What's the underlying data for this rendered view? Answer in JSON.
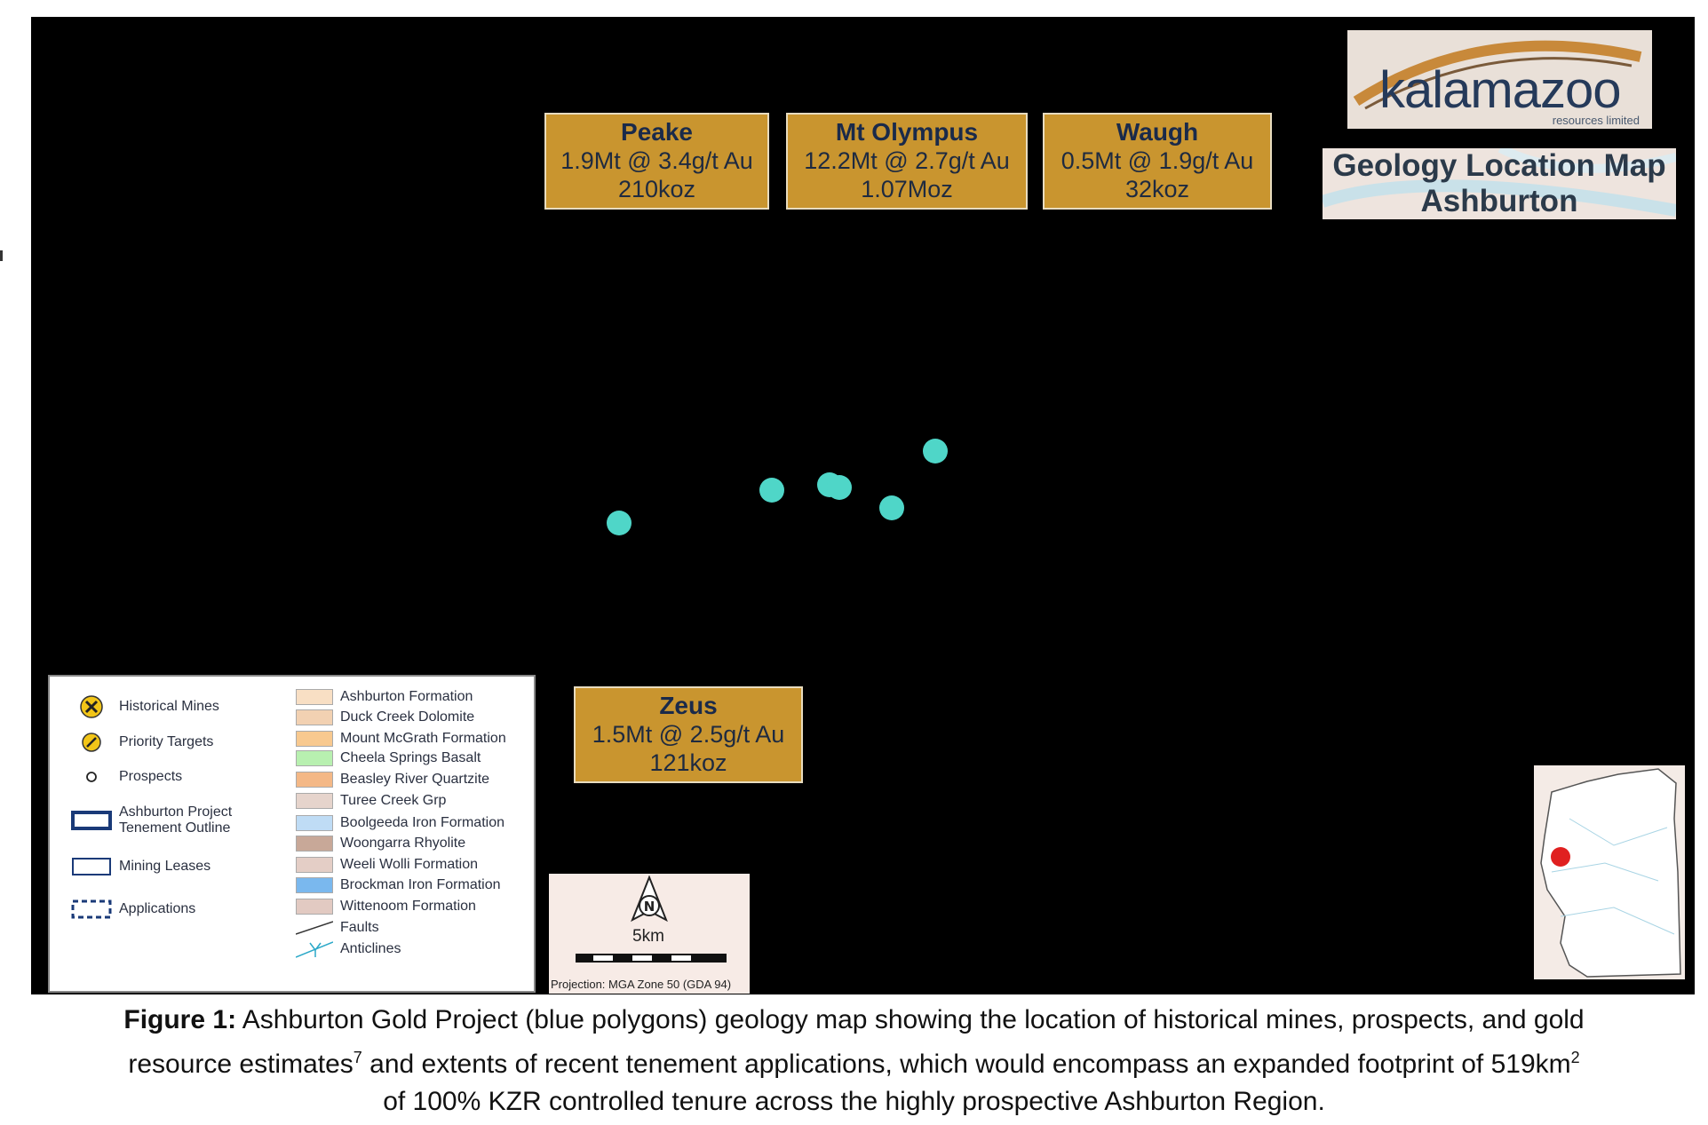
{
  "logo": {
    "brand": "kalamazoo",
    "tagline": "resources limited",
    "map_title": "Geology Location Map",
    "map_subtitle": "Ashburton"
  },
  "resources": [
    {
      "name": "Peake",
      "tonnage": "1.9Mt @ 3.4g/t Au",
      "contained": "210koz"
    },
    {
      "name": "Mt Olympus",
      "tonnage": "12.2Mt @ 2.7g/t Au",
      "contained": "1.07Moz"
    },
    {
      "name": "Waugh",
      "tonnage": "0.5Mt @ 1.9g/t Au",
      "contained": "32koz"
    },
    {
      "name": "Zeus",
      "tonnage": "1.5Mt @ 2.5g/t Au",
      "contained": "121koz"
    }
  ],
  "legend": {
    "symbols": [
      {
        "icon": "historical-mine-icon",
        "label": "Historical Mines"
      },
      {
        "icon": "priority-target-icon",
        "label": "Priority Targets"
      },
      {
        "icon": "prospect-icon",
        "label": "Prospects"
      },
      {
        "icon": "tenement-outline-icon",
        "label_1": "Ashburton Project",
        "label_2": "Tenement Outline"
      },
      {
        "icon": "mining-lease-icon",
        "label": "Mining Leases"
      },
      {
        "icon": "application-icon",
        "label": "Applications"
      }
    ],
    "geology": [
      {
        "label": "Ashburton Formation",
        "color": "#f8dfc4"
      },
      {
        "label": "Duck Creek Dolomite",
        "color": "#f2d1b2"
      },
      {
        "label": "Mount McGrath Formation",
        "color": "#f8c98f"
      },
      {
        "label": "Cheela Springs Basalt",
        "color": "#b8f0b0"
      },
      {
        "label": "Beasley River Quartzite",
        "color": "#f4b886"
      },
      {
        "label": "Turee Creek Grp",
        "color": "#e6d4cc"
      },
      {
        "label": "Boolgeeda Iron Formation",
        "color": "#bfdcf5"
      },
      {
        "label": "Woongarra Rhyolite",
        "color": "#c8a898"
      },
      {
        "label": "Weeli Wolli Formation",
        "color": "#e4cec6"
      },
      {
        "label": "Brockman Iron Formation",
        "color": "#7ab8ee"
      },
      {
        "label": "Wittenoom Formation",
        "color": "#e2cac2"
      }
    ],
    "lines": [
      {
        "icon": "fault-line-icon",
        "label": "Faults"
      },
      {
        "icon": "anticline-icon",
        "label": "Anticlines"
      }
    ]
  },
  "scale": {
    "north": "N",
    "distance": "5km",
    "projection": "Projection: MGA Zone 50 (GDA 94)"
  },
  "colors": {
    "resource_box": "#c9952f",
    "prospect": "#4fd6c8",
    "location_marker": "#e02020",
    "tenement_outline": "#1a3a78"
  },
  "caption": {
    "label": "Figure 1:",
    "text_1": " Ashburton Gold Project (blue polygons) geology map showing the location of historical mines, prospects, and gold",
    "text_2a": "resource estimates",
    "sup_1": "7",
    "text_2b": " and extents of recent tenement applications, which would encompass an expanded footprint of 519km",
    "sup_2": "2",
    "text_3": "of 100% KZR controlled tenure across the highly prospective Ashburton Region."
  }
}
